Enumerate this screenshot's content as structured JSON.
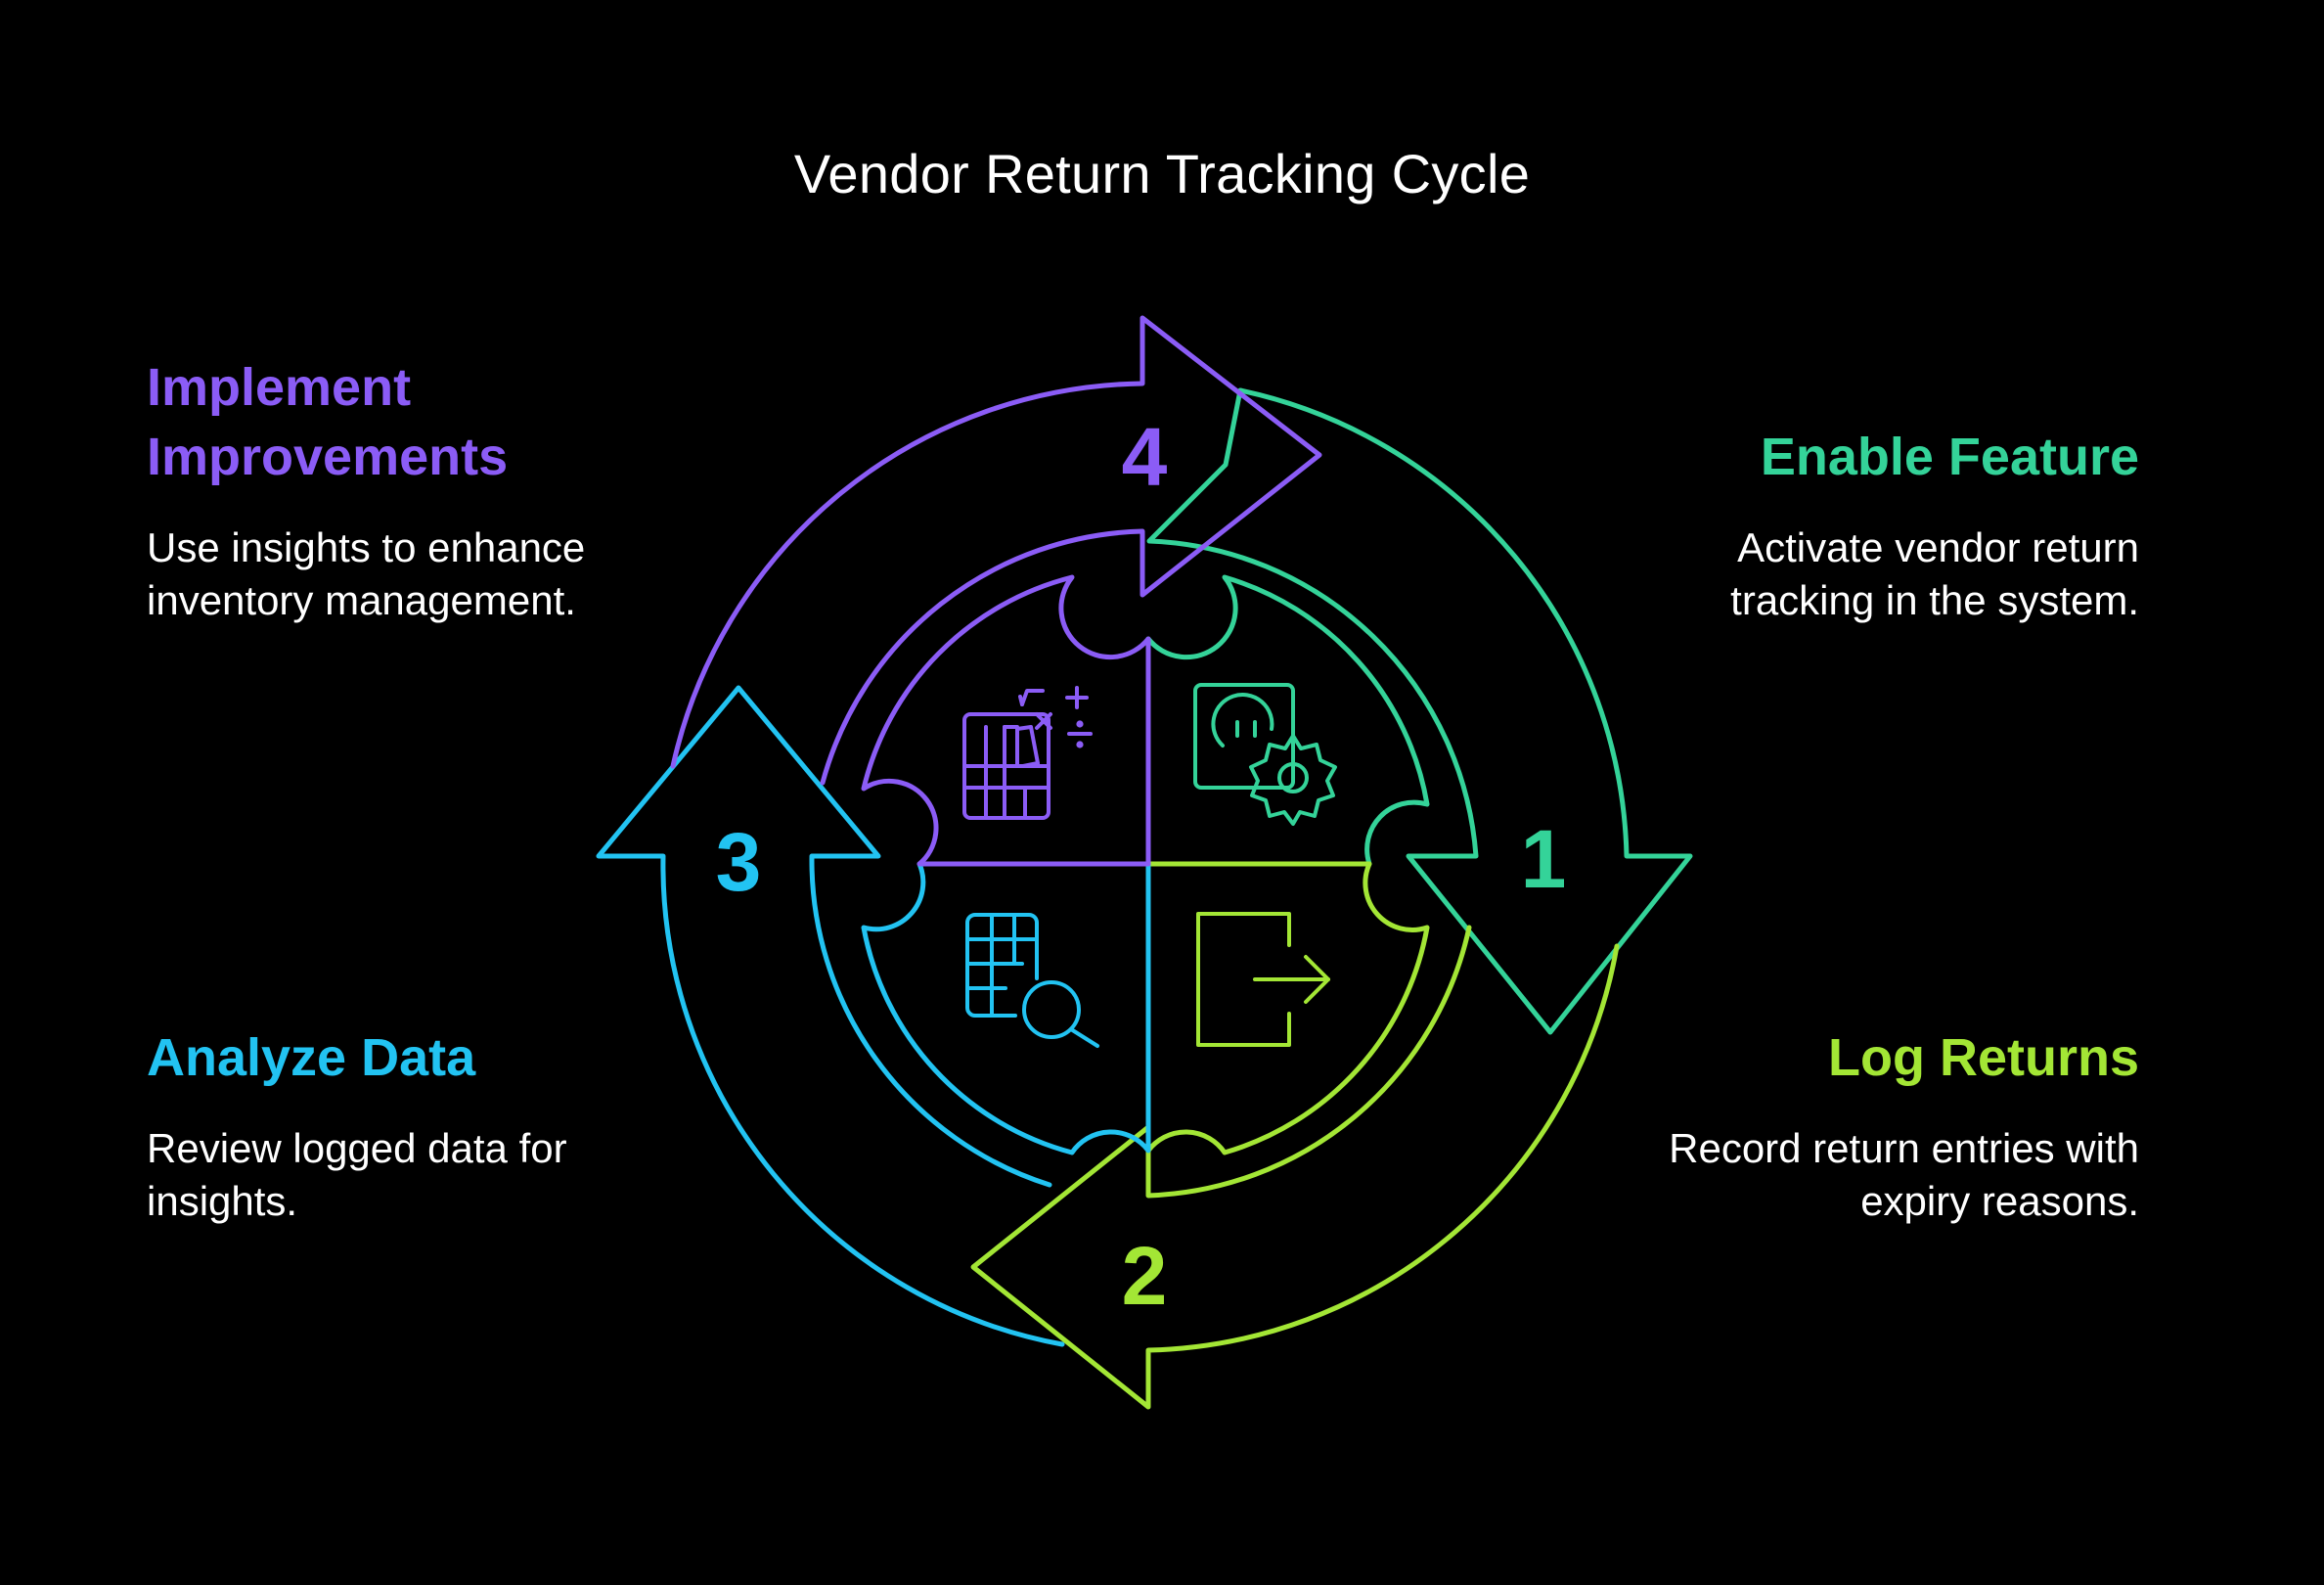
{
  "title": "Vendor Return Tracking Cycle",
  "colors": {
    "step1": "#34D399",
    "step2": "#A3E635",
    "step3": "#22C3F2",
    "step4": "#8B5CF6",
    "background": "#000000",
    "text": "#FFFFFF"
  },
  "steps": [
    {
      "number": "1",
      "heading": "Enable Feature",
      "description": "Activate vendor return tracking in the system.",
      "icon": "power-settings-icon"
    },
    {
      "number": "2",
      "heading": "Log Returns",
      "description": "Record return entries with expiry reasons.",
      "icon": "exit-arrow-icon"
    },
    {
      "number": "3",
      "heading": "Analyze Data",
      "description": "Review logged data for insights.",
      "icon": "table-search-icon"
    },
    {
      "number": "4",
      "heading": "Implement Improvements",
      "description": "Use insights to enhance inventory management.",
      "icon": "chart-calculator-icon"
    }
  ]
}
